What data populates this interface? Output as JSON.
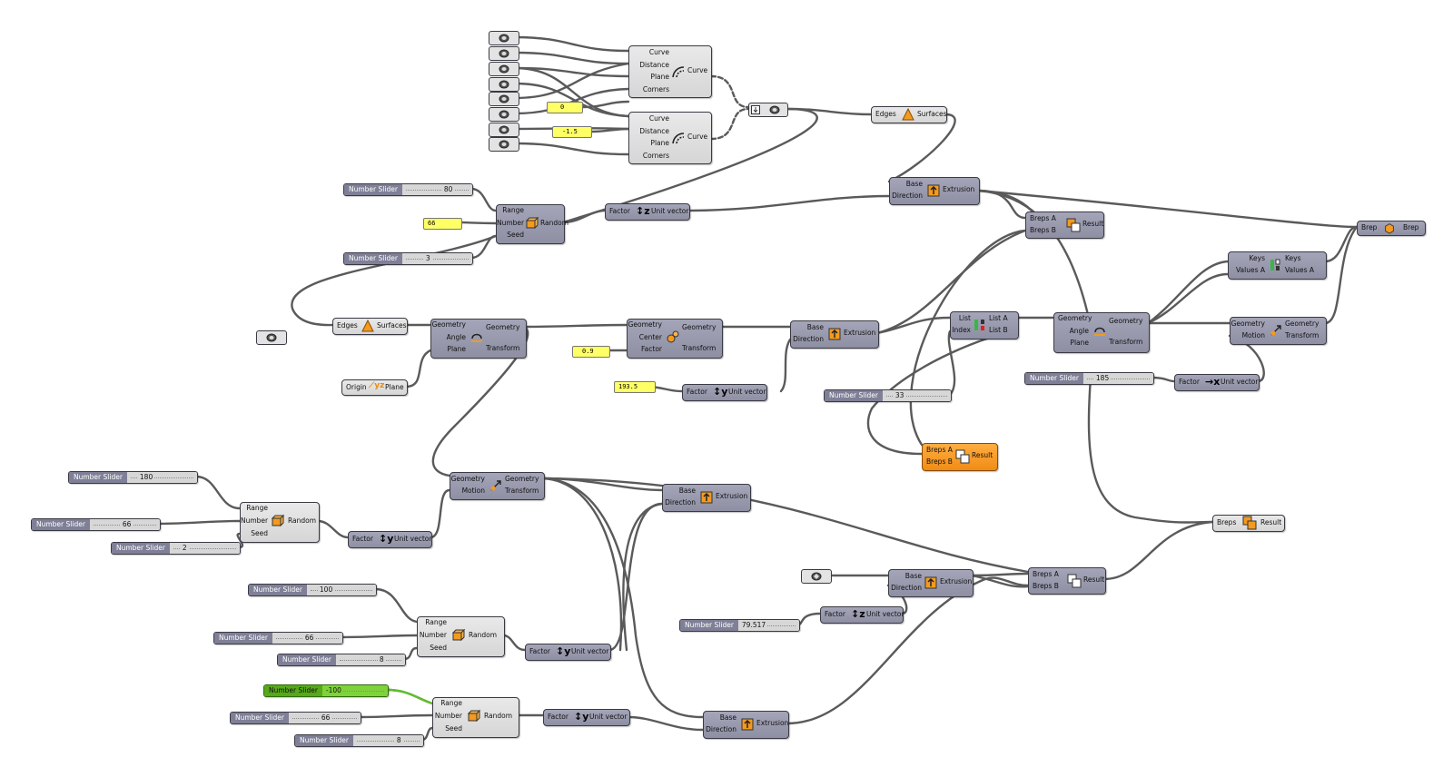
{
  "canvas": {
    "background": "#ffffff",
    "wire_color": "#5a5a5a",
    "wire_selected_color": "#5fbf2a",
    "component_color": "#9798ad",
    "panel_color": "#ffff66",
    "accent_orange": "#f5961e"
  },
  "labels": {
    "number_slider": "Number Slider",
    "curve": "Curve",
    "distance": "Distance",
    "plane": "Plane",
    "corners": "Corners",
    "edges": "Edges",
    "surfaces": "Surfaces",
    "base": "Base",
    "direction": "Direction",
    "extrusion": "Extrusion",
    "range": "Range",
    "number": "Number",
    "seed": "Seed",
    "random": "Random",
    "factor": "Factor",
    "unit_vector": "Unit vector",
    "breps_a": "Breps A",
    "breps_b": "Breps B",
    "result": "Result",
    "breps": "Breps",
    "brep": "Brep",
    "geometry": "Geometry",
    "angle": "Angle",
    "transform": "Transform",
    "center": "Center",
    "motion": "Motion",
    "origin": "Origin",
    "list": "List",
    "index": "Index",
    "list_a": "List A",
    "list_b": "List B",
    "keys": "Keys",
    "values_a": "Values A"
  },
  "panels": {
    "p0": "0",
    "p1": "-1.5",
    "p66": "66",
    "p09": "0.9",
    "p1935": "193.5"
  },
  "sliders": {
    "s80": "80",
    "s3": "3",
    "s33": "33",
    "s185": "185",
    "s180": "180",
    "s66a": "66",
    "s2": "2",
    "s100": "100",
    "s66b": "66",
    "s8a": "8",
    "sm100": "-100",
    "s66c": "66",
    "s8b": "8",
    "s79": "79.517"
  },
  "icons": [
    "curve-offset-icon",
    "extrusion-icon",
    "random-icon",
    "unit-vector-z-icon",
    "unit-vector-y-icon",
    "unit-vector-x-icon",
    "boolean-difference-icon",
    "boolean-union-icon",
    "solid-union-icon",
    "boundary-surface-icon",
    "rotate-icon",
    "scale-icon",
    "move-icon",
    "sort-list-icon",
    "split-list-icon",
    "yz-plane-icon",
    "geometry-param-icon",
    "flatten-icon"
  ]
}
